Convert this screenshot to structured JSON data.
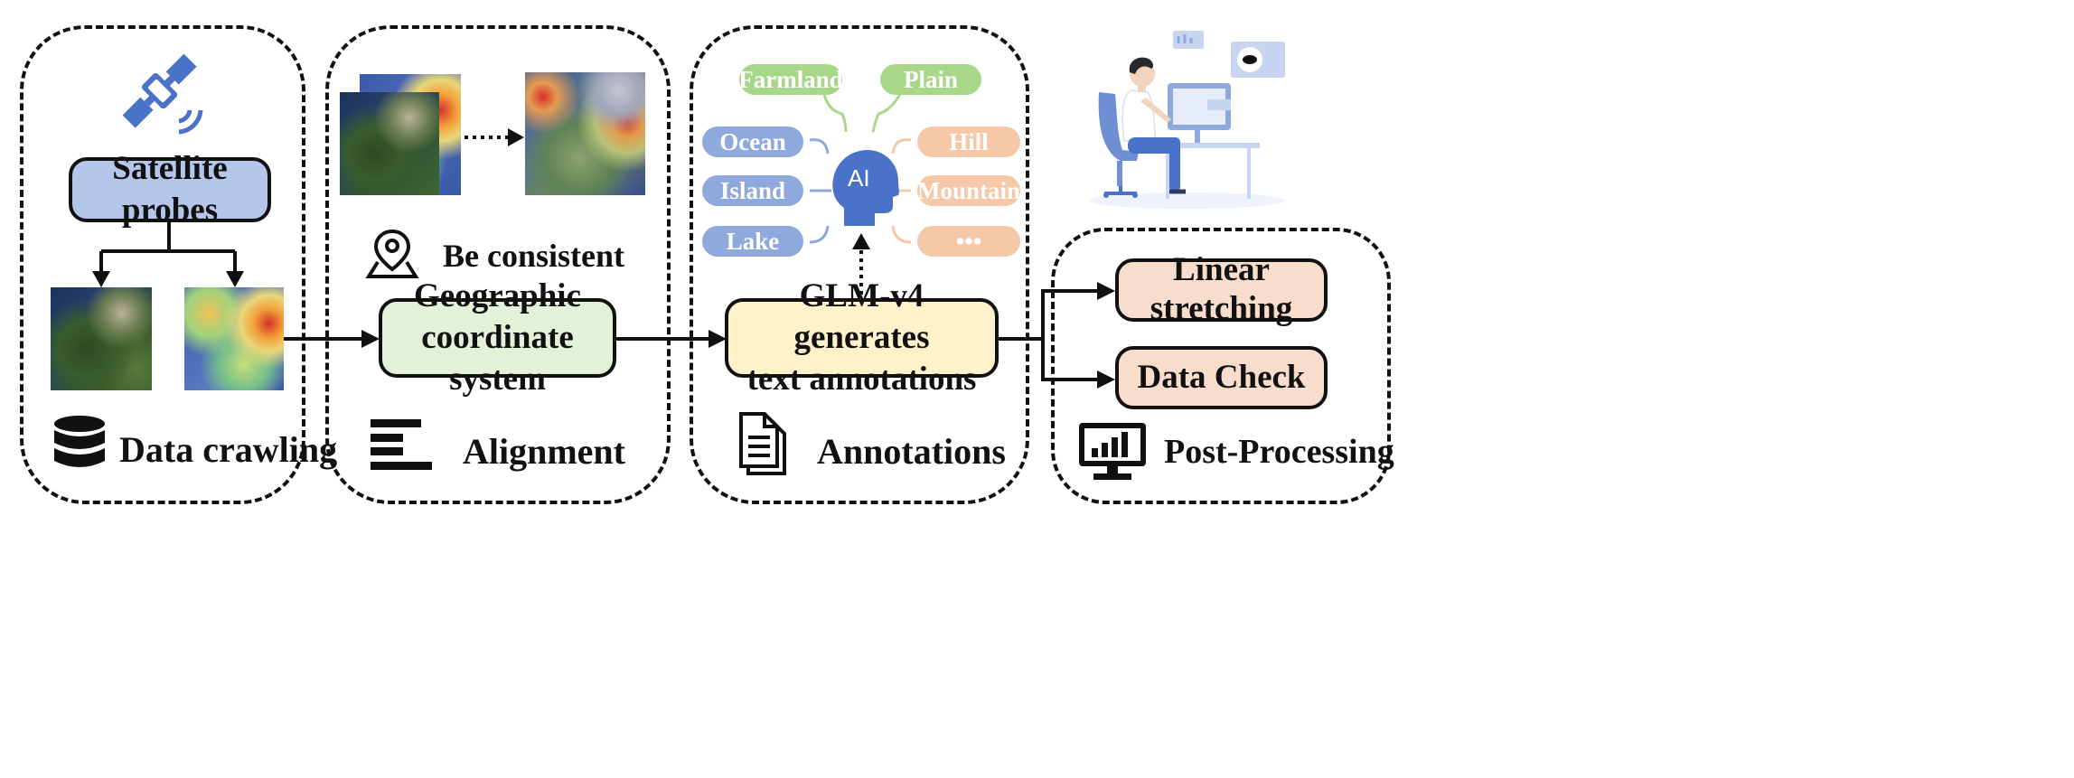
{
  "panels": {
    "crawling": {
      "box": "Satellite probes",
      "label": "Data crawling"
    },
    "alignment": {
      "consistent": "Be consistent",
      "box_line1": "Geographic",
      "box_line2": "coordinate system",
      "label": "Alignment"
    },
    "annotations": {
      "tags_top": [
        "Farmland",
        "Plain"
      ],
      "tags_left": [
        "Ocean",
        "Island",
        "Lake"
      ],
      "tags_right": [
        "Hill",
        "Mountain",
        "•••"
      ],
      "ai_text": "AI",
      "box_line1": "GLM-v4 generates",
      "box_line2": "text annotations",
      "label": "Annotations"
    },
    "postprocessing": {
      "box1_line1": "Linear",
      "box1_line2": "stretching",
      "box2": "Data Check",
      "label": "Post-Processing"
    }
  },
  "icons": {
    "satellite": "satellite-icon",
    "database": "database-icon",
    "location": "map-pin-icon",
    "alignment": "align-left-icon",
    "document": "document-icon",
    "monitor": "monitor-chart-icon",
    "illustration": "person-at-desk-illustration"
  },
  "colors": {
    "satellite_box": "#b4c6ea",
    "geo_box": "#e3f1d9",
    "glm_box": "#fff1c9",
    "post_box": "#f9ddcc",
    "pill_blue": "#8fa9dd",
    "pill_green": "#a9d78a",
    "pill_orange": "#f7c8a7",
    "ai_head": "#4a72c8"
  }
}
